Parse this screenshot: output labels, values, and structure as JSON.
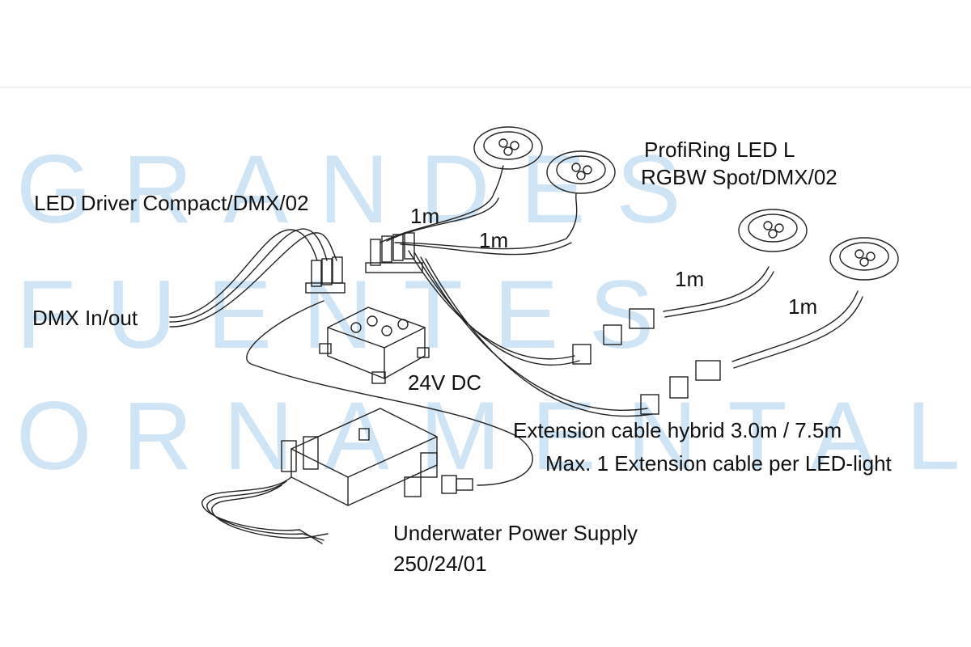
{
  "watermark": {
    "line1": "GRANDES",
    "line2": "FUENTES",
    "line3": "ORNAMENTALES.COM"
  },
  "labels": {
    "profiring_line1": "ProfiRing LED L",
    "profiring_line2": "RGBW Spot/DMX/02",
    "led_driver": "LED Driver Compact/DMX/02",
    "cable_1m_a": "1m",
    "cable_1m_b": "1m",
    "cable_1m_c": "1m",
    "cable_1m_d": "1m",
    "dmx": "DMX In/out",
    "dc": "24V DC",
    "extension_line1": "Extension cable hybrid 3.0m / 7.5m",
    "extension_line2": "Max. 1 Extension cable per LED-light",
    "psu_line1": "Underwater Power Supply",
    "psu_line2": "250/24/01"
  }
}
